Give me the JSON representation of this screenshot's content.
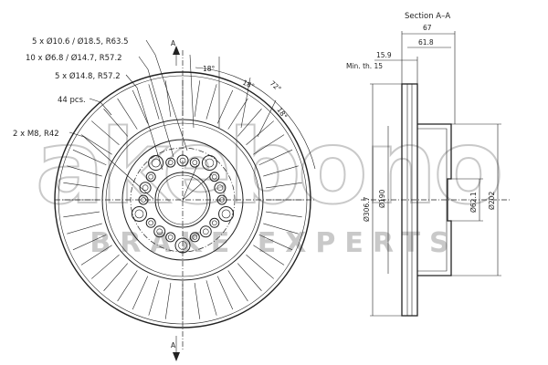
{
  "watermark": {
    "brand": "akebono",
    "tagline": "BRAKE EXPERTS",
    "color": "#c9c9c9"
  },
  "front_view": {
    "section_marker": "A",
    "callouts": {
      "bolt_holes": "5 x Ø10.6 / Ø18.5, R63.5",
      "holes_second": "10 x Ø6.8 / Ø14.7, R57.2",
      "holes_third": "5 x Ø14.8, R57.2",
      "vanes": "44 pcs.",
      "threads": "2 x M8, R42"
    },
    "angles": {
      "a1": "18°",
      "a2": "18°",
      "a3": "72°",
      "a4": "18°"
    }
  },
  "section_view": {
    "title": "Section A–A",
    "dims": {
      "overall_thickness": "67",
      "hat_depth": "61.8",
      "disc_thickness": "15.9",
      "min_thickness_label": "Min. th. 15",
      "outer_diameter": "Ø306.7",
      "friction_inner": "Ø190",
      "center_bore": "Ø62.1",
      "hat_diameter": "Ø202"
    }
  }
}
